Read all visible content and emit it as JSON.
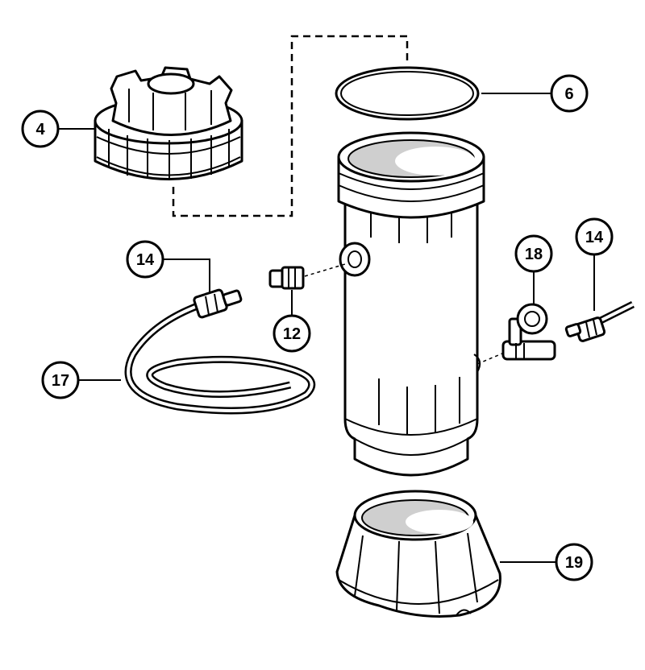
{
  "callouts": [
    {
      "id": "c4",
      "label": "4"
    },
    {
      "id": "c6",
      "label": "6"
    },
    {
      "id": "c14a",
      "label": "14"
    },
    {
      "id": "c12",
      "label": "12"
    },
    {
      "id": "c18",
      "label": "18"
    },
    {
      "id": "c14b",
      "label": "14"
    },
    {
      "id": "c17",
      "label": "17"
    },
    {
      "id": "c19",
      "label": "19"
    }
  ],
  "colors": {
    "ink": "#000000",
    "paper": "#ffffff",
    "shade": "#cfcfcf"
  }
}
